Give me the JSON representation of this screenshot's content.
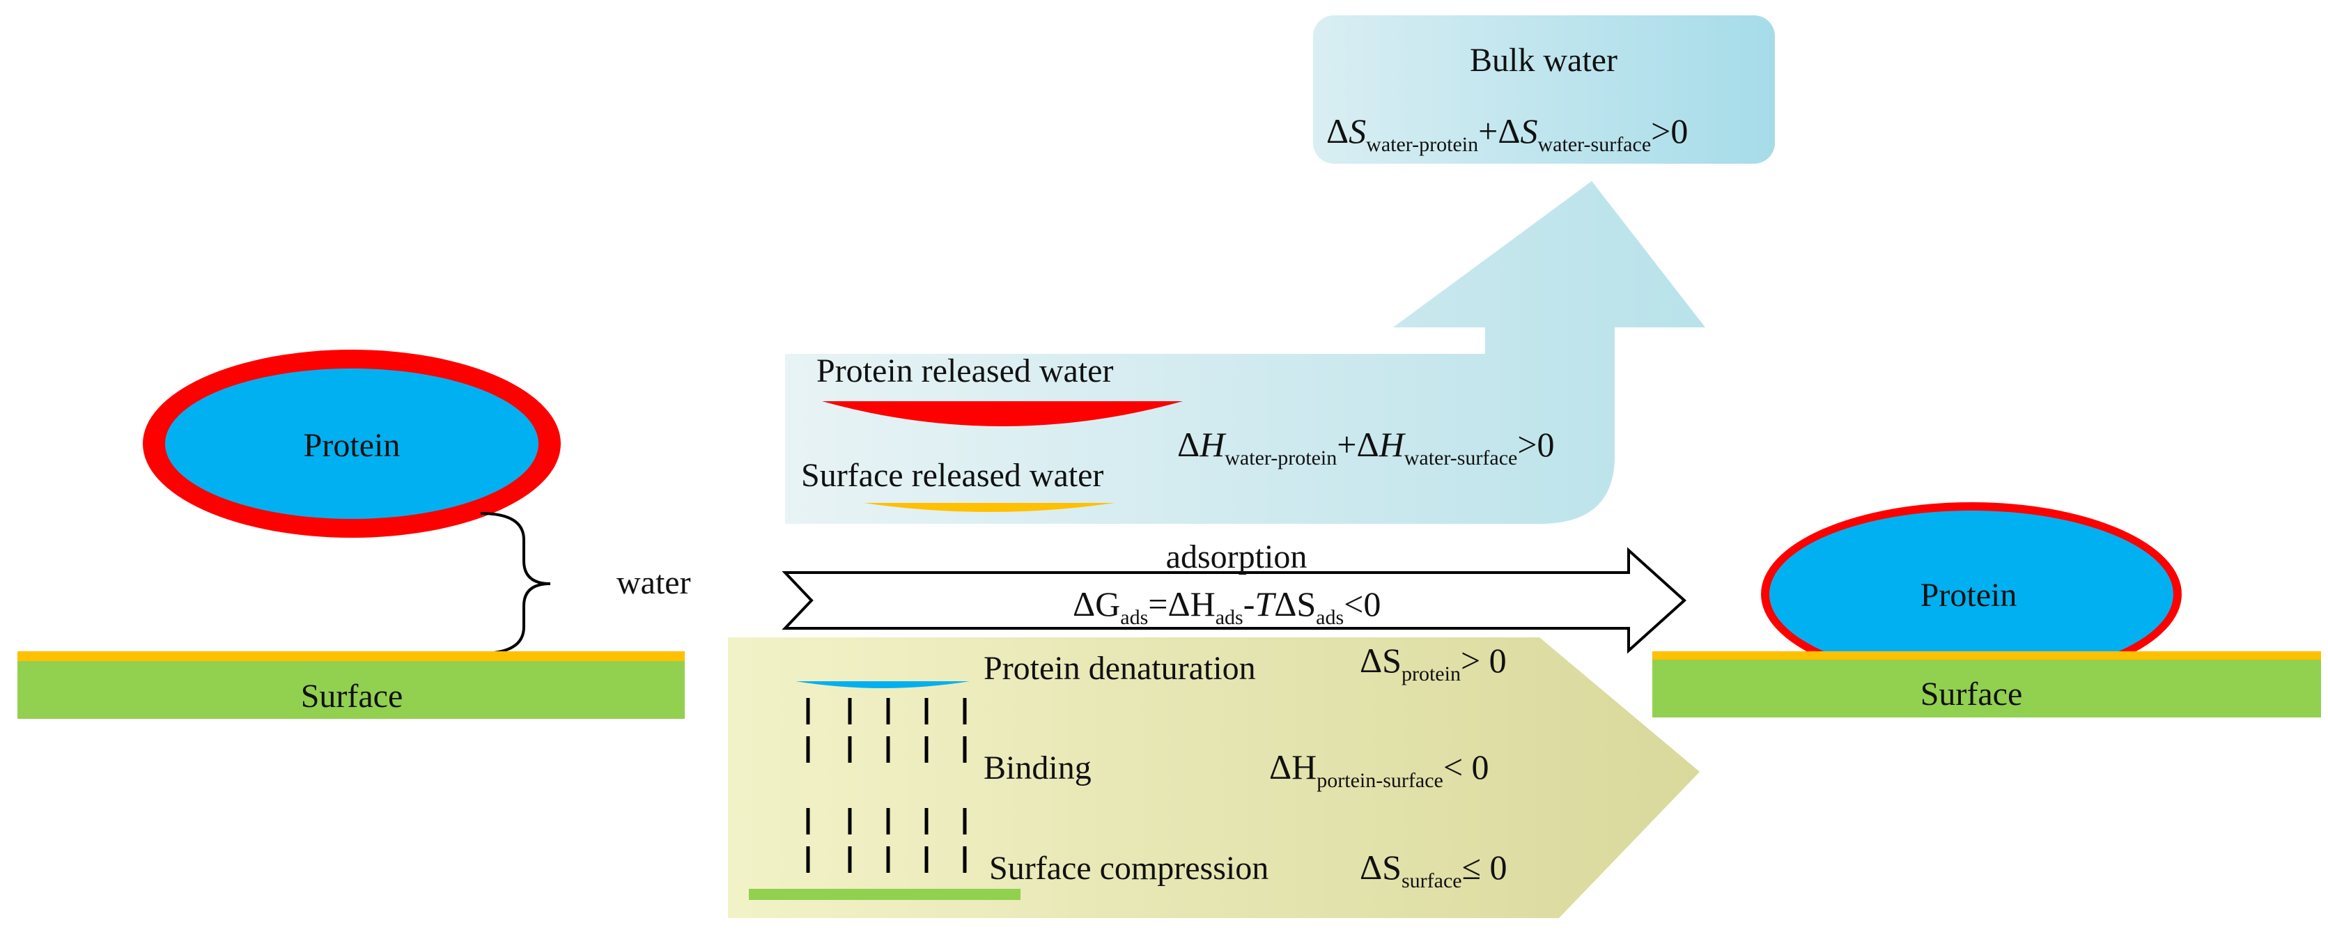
{
  "colors": {
    "protein_fill": "#00b0f0",
    "protein_ring": "#ff0000",
    "surface_green": "#92d050",
    "surface_layer": "#ffc000",
    "bulk_box_left": "#d9eef3",
    "bulk_box_right": "#a6dce9",
    "released_arrow_left": "#e8f3f5",
    "released_arrow_right": "#b9e2ea",
    "contrib_arrow_left": "#f2f2c8",
    "contrib_arrow_right": "#d9d99c",
    "line": "#000000"
  },
  "left_state": {
    "protein_label": "Protein",
    "water_label": "water",
    "surface_label": "Surface"
  },
  "right_state": {
    "protein_label": "Protein",
    "surface_label": "Surface"
  },
  "bulk_water": {
    "title": "Bulk water",
    "eq": {
      "delta": "Δ",
      "s1": "S",
      "sub1": "water-protein",
      "plus": "+Δ",
      "s2": "S",
      "sub2": "water-surface",
      "rel": ">0"
    }
  },
  "released_water": {
    "protein_label": "Protein released water",
    "surface_label": "Surface released water",
    "eq": {
      "delta": "Δ",
      "h1": "H",
      "sub1": "water-protein",
      "plus": "+Δ",
      "h2": "H",
      "sub2": "water-surface",
      "rel": ">0"
    }
  },
  "adsorption": {
    "label": "adsorption",
    "eq": {
      "dG": "ΔG",
      "sub_g": "ads",
      "eq_dH": "=ΔH",
      "sub_h": "ads",
      "dash": "-",
      "T": "T",
      "dS": "ΔS",
      "sub_s": "ads",
      "rel": "<0"
    }
  },
  "contributions": {
    "denaturation": {
      "label": "Protein denaturation",
      "sym": "ΔS",
      "sub": "protein",
      "rel": "> 0"
    },
    "binding": {
      "label": "Binding",
      "sym": "ΔH",
      "sub": "portein-surface",
      "rel": "< 0"
    },
    "compression": {
      "label": "Surface compression",
      "sym": "ΔS",
      "sub": "surface",
      "rel": "≤ 0"
    }
  }
}
